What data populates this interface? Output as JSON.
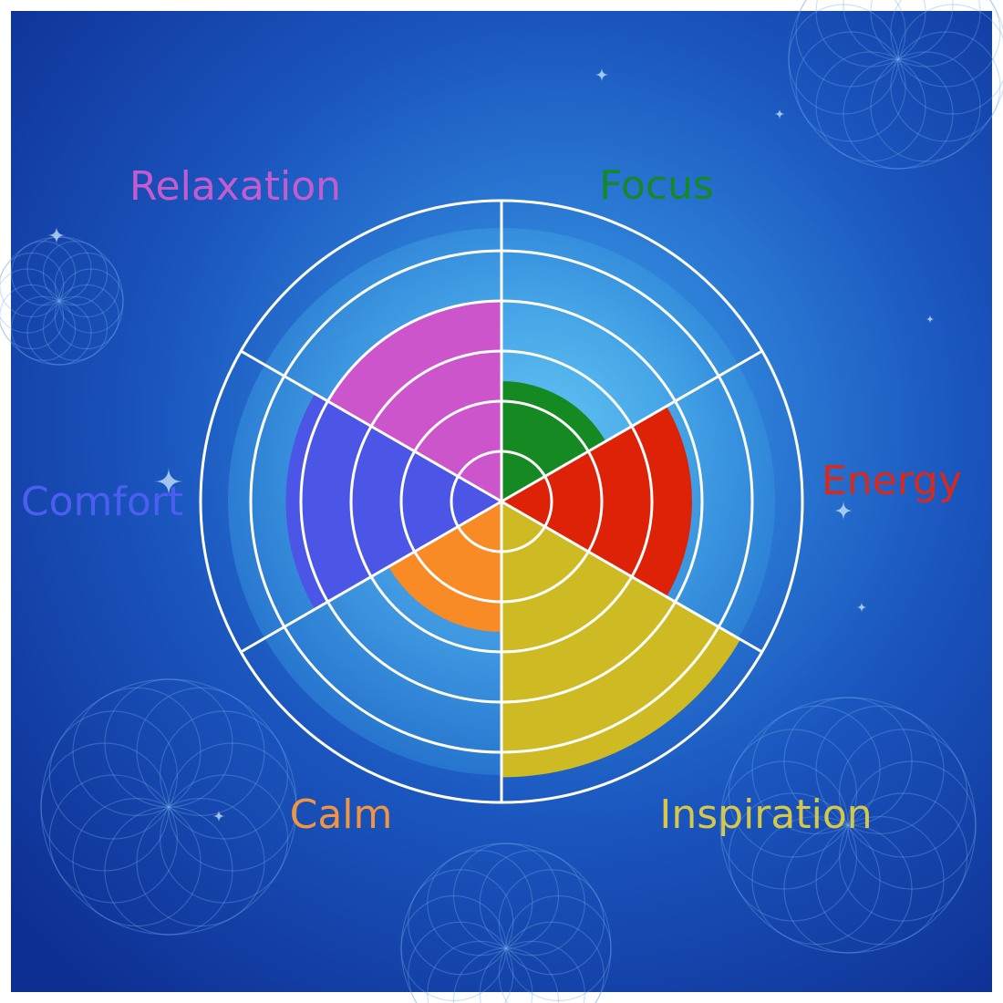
{
  "chart_data": {
    "type": "polar-area",
    "title": "",
    "rings": 6,
    "max_value": 6,
    "grid": true,
    "categories": [
      "Focus",
      "Energy",
      "Inspiration",
      "Calm",
      "Comfort",
      "Relaxation"
    ],
    "values": [
      2.4,
      3.8,
      5.5,
      2.6,
      4.3,
      4.0
    ],
    "colors": [
      "#168a22",
      "#dd2208",
      "#cebb24",
      "#f98b26",
      "#4b55e6",
      "#cc55cc"
    ],
    "label_colors": [
      "#15882a",
      "#d82a1c",
      "#d4c84a",
      "#f39440",
      "#4b5ef0",
      "#c45ccf"
    ]
  }
}
